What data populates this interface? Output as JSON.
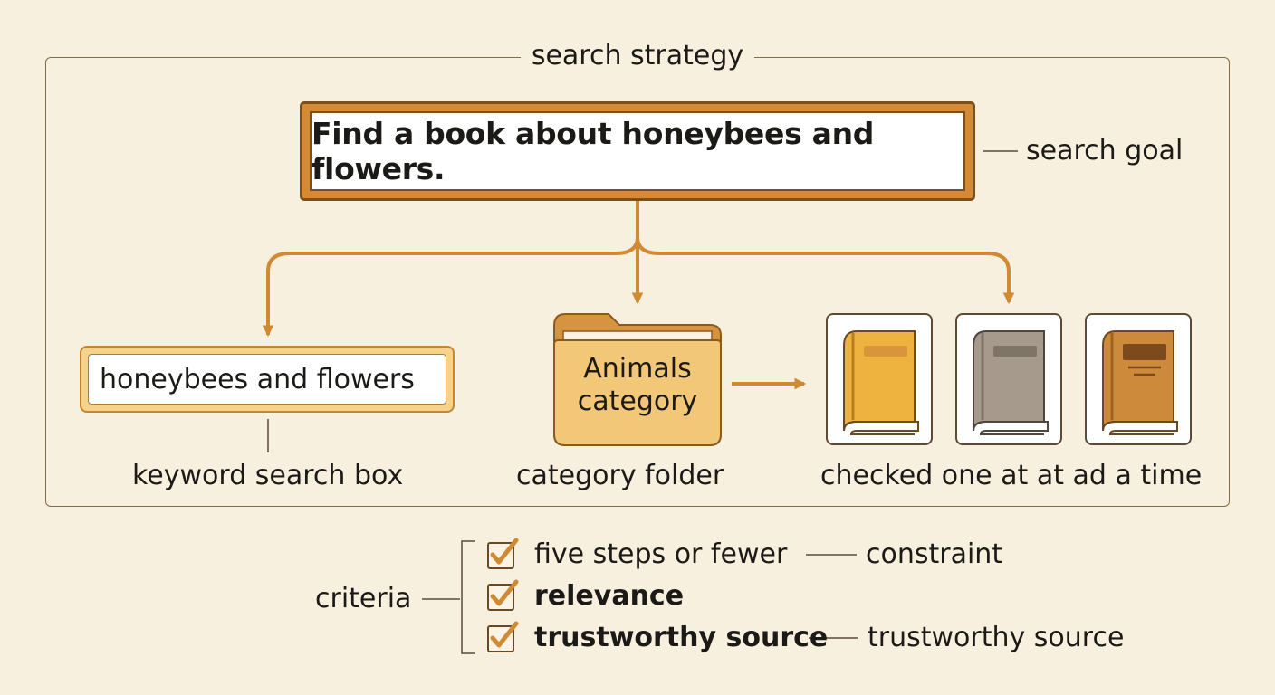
{
  "frame_title": "search strategy",
  "goal": {
    "text": "Find a book about honeybees and flowers.",
    "label": "search goal"
  },
  "keyword_search": {
    "value": "honeybees and flowers",
    "label": "keyword search box"
  },
  "category_folder": {
    "line1": "Animals",
    "line2": "category",
    "label": "category folder"
  },
  "books": {
    "label": "checked one at at ad a time",
    "colors": [
      "#eeb23e",
      "#a59a8c",
      "#cd8a3a"
    ]
  },
  "criteria": {
    "label": "criteria",
    "items": [
      {
        "text": "five steps or fewer",
        "note": "constraint"
      },
      {
        "text": "relevance",
        "note": ""
      },
      {
        "text": "trustworthy source",
        "note": "trustworthy source"
      }
    ]
  },
  "colors": {
    "accent": "#d08a34",
    "accent_dark": "#7d4f1b",
    "background": "#f8f0df",
    "folder": "#f3c778"
  }
}
